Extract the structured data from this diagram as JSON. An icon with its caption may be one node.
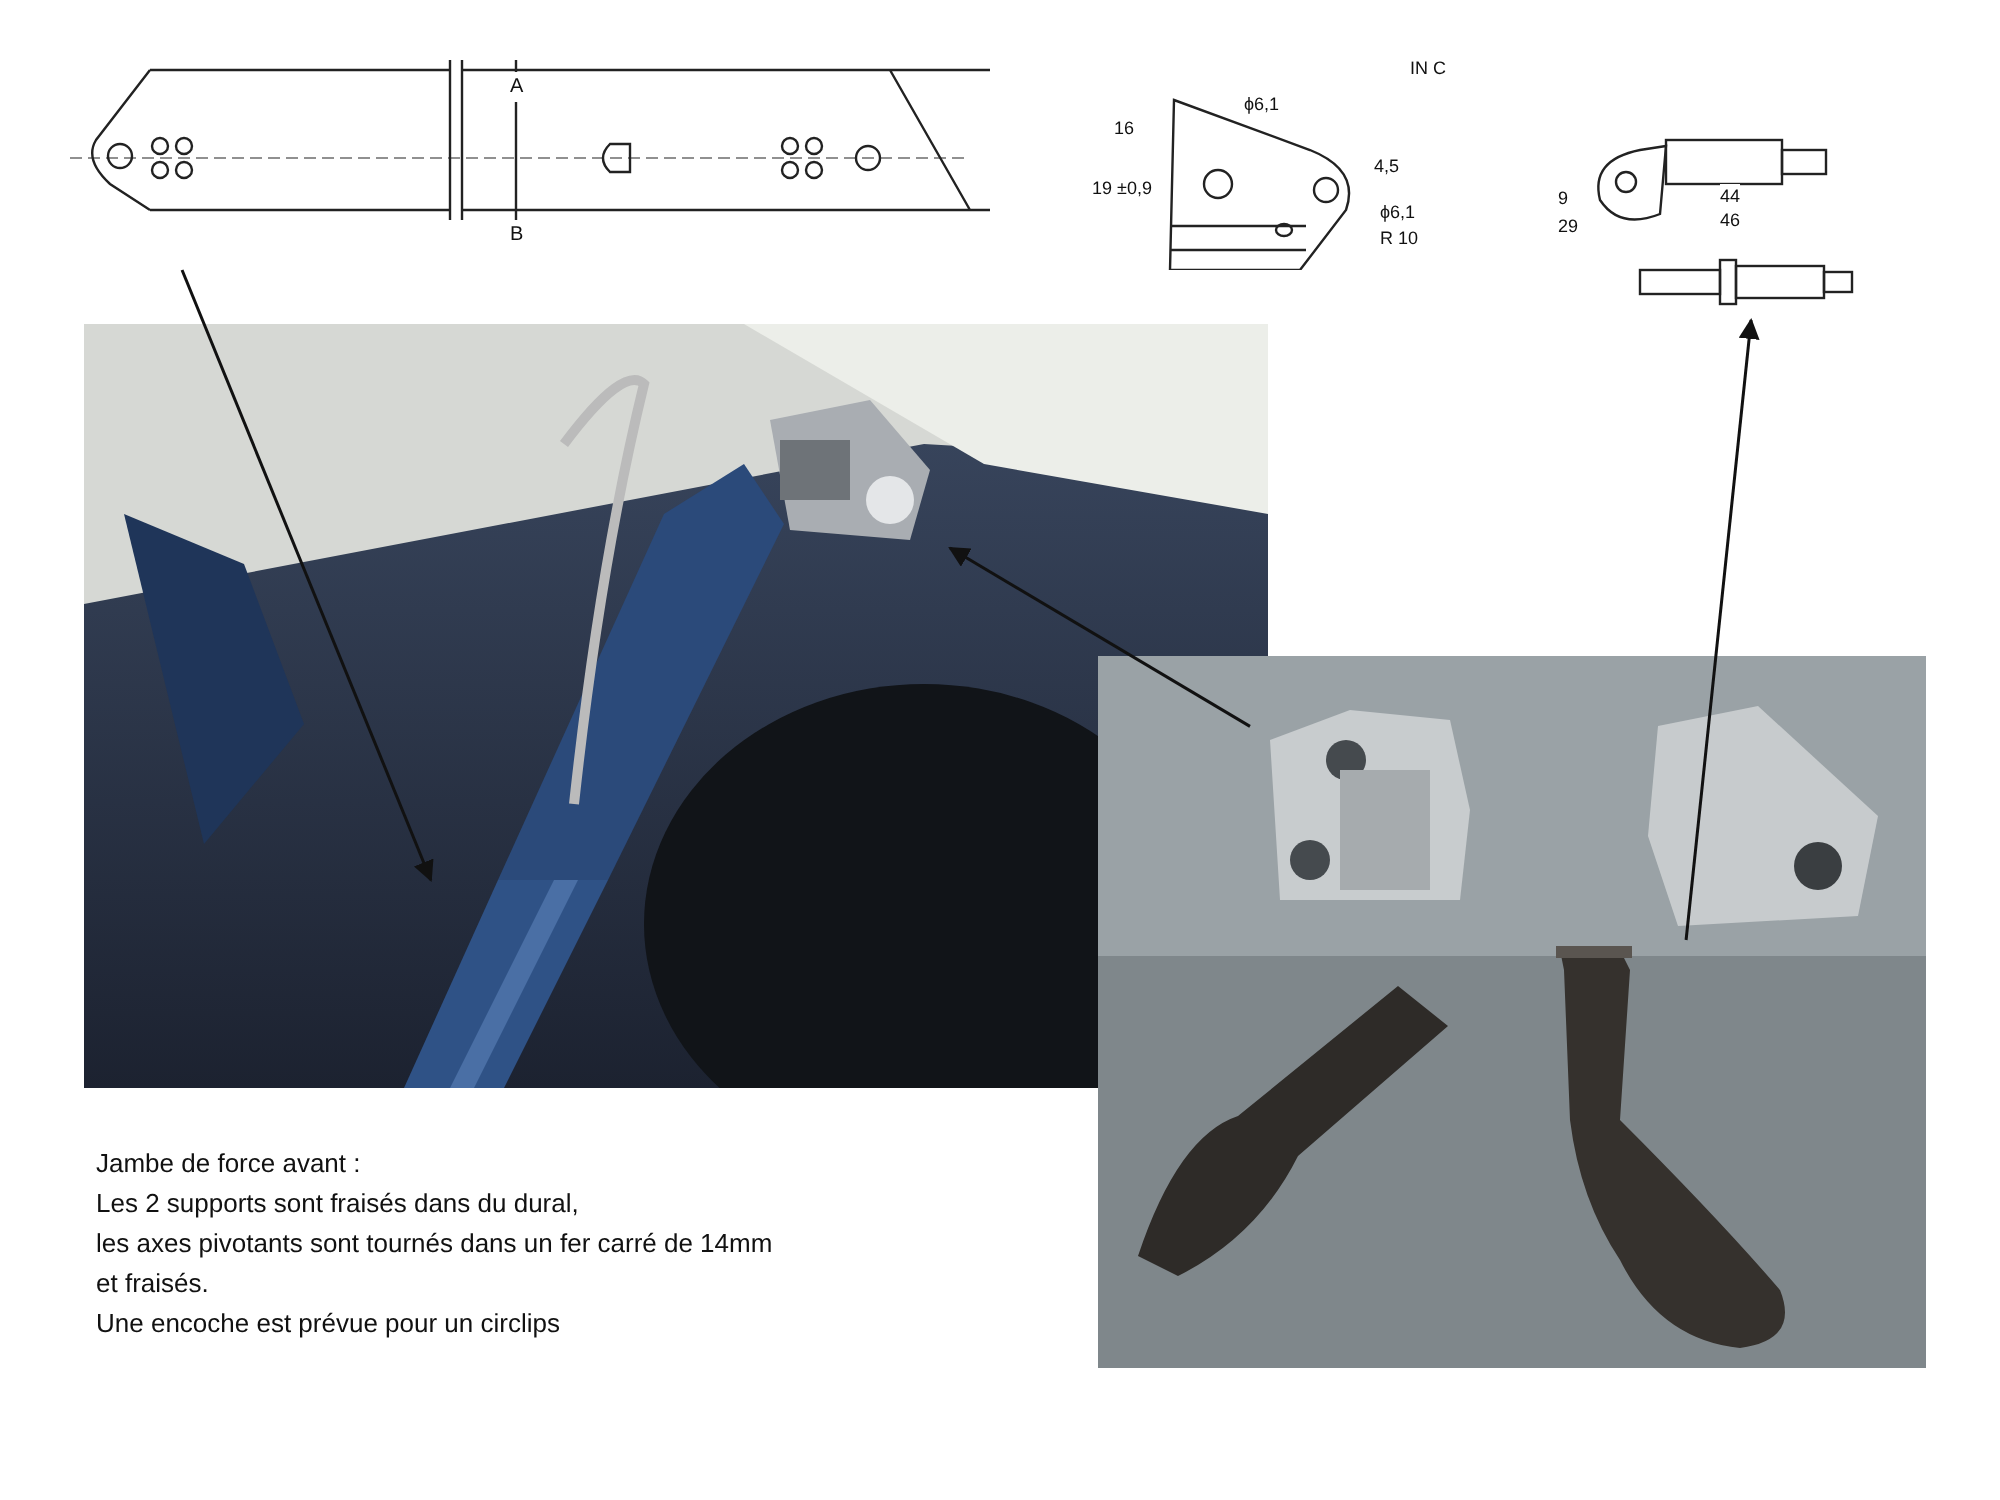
{
  "diagram": {
    "nodes": [
      {
        "text": [],
        "shape": "picture"
      },
      {
        "text": [],
        "shape": "picture"
      },
      {
        "text": [],
        "shape": "picture"
      },
      {
        "text": [],
        "shape": "picture"
      },
      {
        "text": [],
        "shape": "picture",
        "in": 3
      },
      {
        "text": [],
        "shape": "picture",
        "in": 3
      },
      {
        "text": [],
        "shape": "picture"
      },
      {
        "text": [],
        "shape": "picture",
        "in": 6
      },
      {
        "text": [],
        "shape": "picture",
        "in": 6
      }
    ],
    "edges": [
      {
        "from": 0,
        "to": 4,
        "arrow": "to"
      },
      {
        "from": 7,
        "to": 5,
        "arrow": "to"
      },
      {
        "from": 8,
        "to": 2,
        "arrow": "to"
      }
    ],
    "labels": [
      "A",
      "B",
      "ϕ6,1",
      "IN C",
      "16",
      "19 ±0,9",
      "4,5",
      "ϕ6,1",
      "R 10",
      "9",
      "44",
      "29",
      "46",
      "Jambe de force avant :",
      "Les 2 supports sont fraisés dans du dural,",
      "les axes pivotants sont tournés dans un fer carré de 14mm et fraisés.",
      "Une encoche est prévue pour un circlips"
    ]
  }
}
